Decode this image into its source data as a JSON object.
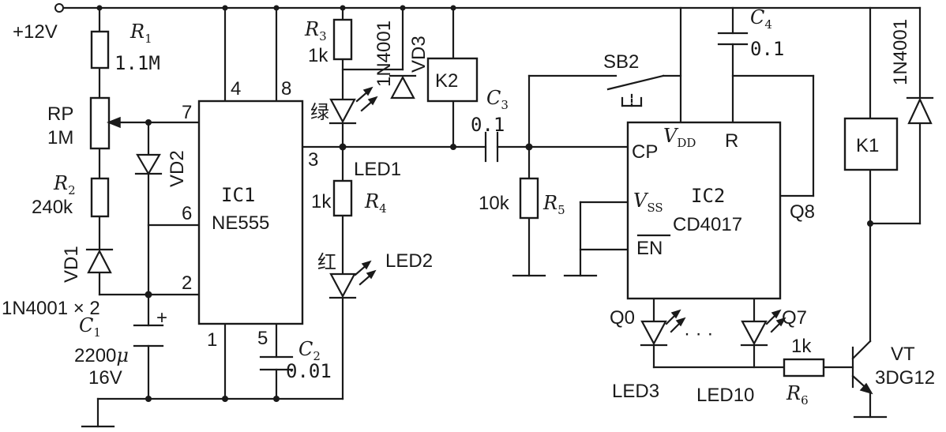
{
  "supply": "+12V",
  "r1": {
    "name": "R",
    "sub": "1",
    "value": "1.1M"
  },
  "rp": {
    "name": "RP",
    "value": "1M"
  },
  "r2": {
    "name": "R",
    "sub": "2",
    "value": "240k"
  },
  "vd1": {
    "name": "VD1"
  },
  "vd2": {
    "name": "VD2"
  },
  "diode_note": "1N4001 × 2",
  "c1": {
    "name": "C",
    "sub": "1",
    "value": "2200",
    "unit": "μ",
    "voltage": "16V",
    "polarity": "+"
  },
  "ic1": {
    "line1": "IC1",
    "line2": "NE555",
    "pins": {
      "p4": "4",
      "p8": "8",
      "p7": "7",
      "p6": "6",
      "p2": "2",
      "p3": "3",
      "p1": "1",
      "p5": "5"
    }
  },
  "c2": {
    "name": "C",
    "sub": "2",
    "value": "0.01"
  },
  "r3": {
    "name": "R",
    "sub": "3",
    "value": "1k"
  },
  "led1": {
    "name": "LED1",
    "color": "绿"
  },
  "vd3": {
    "name": "VD3",
    "part": "1N4001"
  },
  "r4": {
    "name": "R",
    "sub": "4",
    "value": "1k"
  },
  "led2": {
    "name": "LED2",
    "color": "红"
  },
  "k2": {
    "name": "K2"
  },
  "c3": {
    "name": "C",
    "sub": "3",
    "value": "0.1"
  },
  "r5": {
    "name": "R",
    "sub": "5",
    "value": "10k"
  },
  "sb2": {
    "name": "SB2"
  },
  "c4": {
    "name": "C",
    "sub": "4",
    "value": "0.1"
  },
  "ic2": {
    "line1": "IC2",
    "line2": "CD4017",
    "vdd": "V",
    "vdd_sub": "DD",
    "r": "R",
    "cp": "CP",
    "vss": "V",
    "vss_sub": "SS",
    "en": "EN",
    "q8": "Q8"
  },
  "q0": "Q0",
  "q7": "Q7",
  "dots": "· · ·",
  "led3": "LED3",
  "led10": "LED10",
  "r6": {
    "name": "R",
    "sub": "6",
    "value": "1k"
  },
  "k1": {
    "name": "K1",
    "diode": "1N4001"
  },
  "vt": {
    "name": "VT",
    "part": "3DG12"
  }
}
